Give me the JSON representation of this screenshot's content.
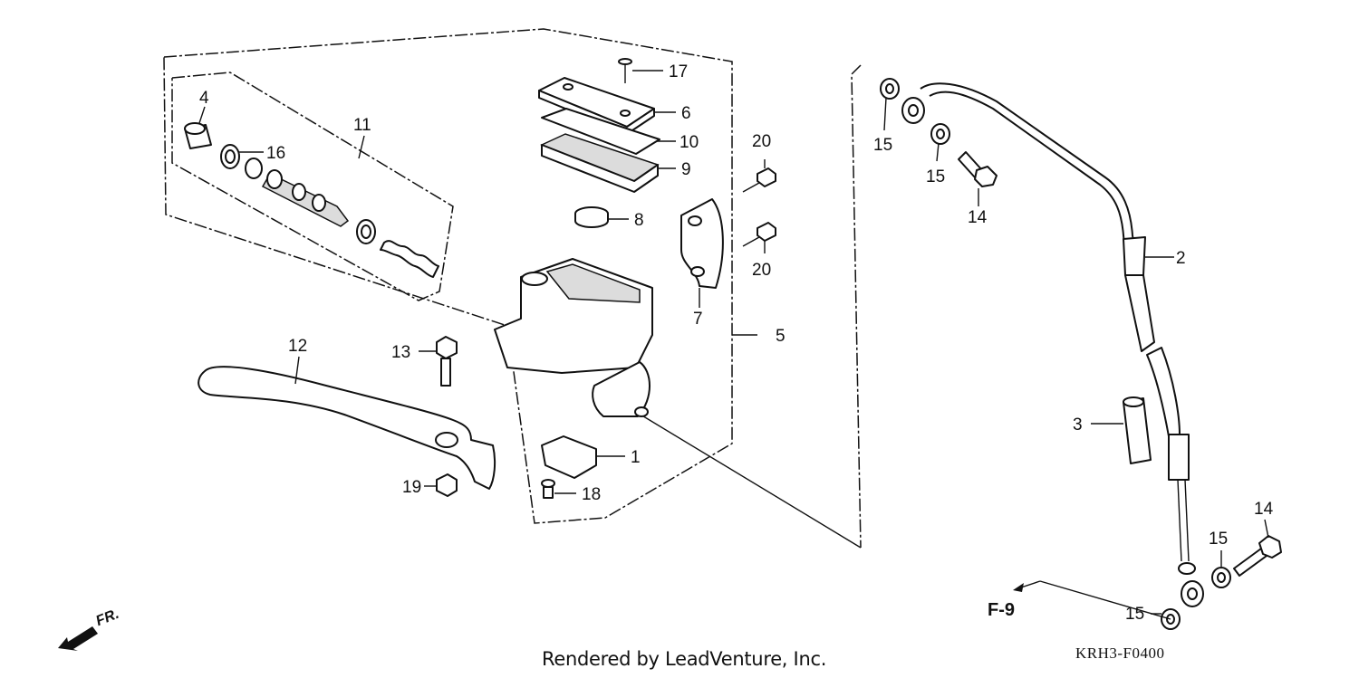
{
  "labels": {
    "p1": "1",
    "p2": "2",
    "p3": "3",
    "p4": "4",
    "p5": "5",
    "p6": "6",
    "p7": "7",
    "p8": "8",
    "p9": "9",
    "p10": "10",
    "p11": "11",
    "p12": "12",
    "p13": "13",
    "p14a": "14",
    "p14b": "14",
    "p15a": "15",
    "p15b": "15",
    "p15c": "15",
    "p15d": "15",
    "p16": "16",
    "p17": "17",
    "p18": "18",
    "p19": "19",
    "p20a": "20",
    "p20b": "20"
  },
  "reference": "F-9",
  "front_marker": "FR.",
  "footer": {
    "credit": "Rendered by LeadVenture, Inc.",
    "diagram_code": "KRH3-F0400"
  }
}
